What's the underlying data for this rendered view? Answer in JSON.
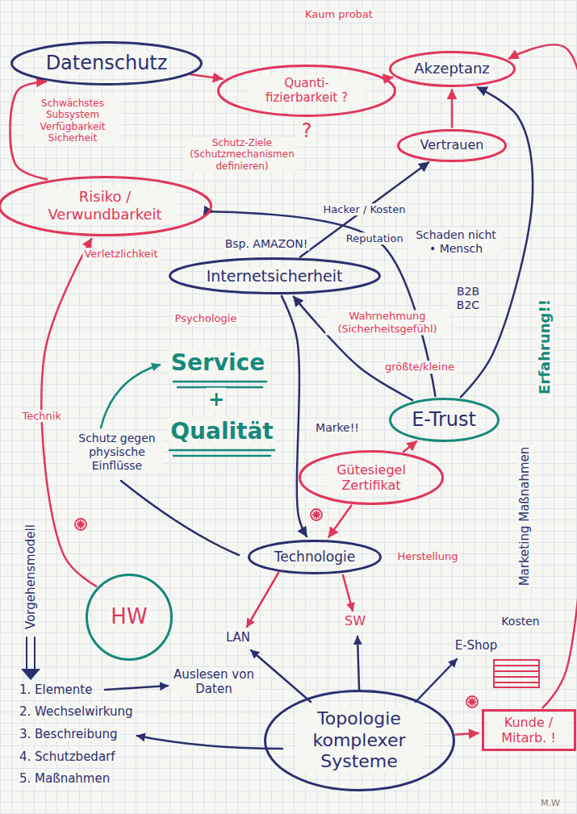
{
  "diagram": {
    "nodes": [
      {
        "text": [
          "Datenschutz"
        ]
      },
      {
        "text": [
          "Quanti- fizierbarkeit ?"
        ]
      },
      {
        "text": [
          "Akzeptanz"
        ]
      },
      {
        "text": [
          "Vertrauen"
        ]
      },
      {
        "text": [
          "Risiko / Verwundbarkeit"
        ]
      },
      {
        "text": [
          "Internetsicherheit"
        ]
      },
      {
        "text": [
          "E-Trust"
        ]
      },
      {
        "text": [
          "Gütesiegel Zertifikat"
        ]
      },
      {
        "text": [
          "Technologie"
        ]
      },
      {
        "text": [
          "HW"
        ]
      },
      {
        "text": [
          "Topologie komplexer Systeme"
        ]
      },
      {
        "text": [
          "Kunde / Mitarb. !"
        ]
      }
    ],
    "edges": [
      {
        "from": 0,
        "to": 1,
        "arrow": "to"
      },
      {
        "from": 1,
        "to": 2,
        "arrow": "to"
      },
      {
        "from": 3,
        "to": 2,
        "arrow": "to"
      },
      {
        "from": 5,
        "to": 3,
        "arrow": "to",
        "label": "Hacker / Kosten"
      },
      {
        "from": 6,
        "to": 4,
        "arrow": "to",
        "label": "Reputation"
      },
      {
        "from": 4,
        "to": 0,
        "arrow": "to"
      },
      {
        "from": 6,
        "to": 5,
        "arrow": "to"
      },
      {
        "from": 6,
        "to": 2,
        "arrow": "to"
      },
      {
        "from": 7,
        "to": 6,
        "arrow": "to"
      },
      {
        "from": 5,
        "to": 8,
        "arrow": "to"
      },
      {
        "from": 7,
        "to": 8,
        "arrow": "to"
      },
      {
        "from": 10,
        "to": 11,
        "arrow": "to"
      },
      {
        "from": 9,
        "to": 4,
        "arrow": "to",
        "label": "Technik"
      },
      {
        "from": 11,
        "to": 2,
        "arrow": "to"
      }
    ],
    "labels": [
      "Kaum probat",
      "Schwächstes Subsystem Verfügbarkeit Sicherheit",
      "?",
      "Schutz-Ziele (Schutzmechanismen definieren)",
      "Bsp. AMAZON!",
      "Schaden nicht • Mensch",
      "B2B B2C",
      "Verletzlichkeit",
      "Psychologie",
      "Wahrnehmung (Sicherheitsgefühl)",
      "Erfahrung!!",
      "Service",
      "+",
      "Qualität",
      "größte/kleine",
      "Schutz gegen physische Einflüsse",
      "Marke!!",
      "Marketing Maßnahmen",
      "Herstellung",
      "Vorgehensmodell",
      "Kosten",
      "LAN",
      "SW",
      "E-Shop",
      "Auslesen von Daten",
      "1. Elemente",
      "2. Wechselwirkung",
      "3. Beschreibung",
      "4. Schutzbedarf",
      "5. Maßnahmen",
      "M.W"
    ]
  }
}
